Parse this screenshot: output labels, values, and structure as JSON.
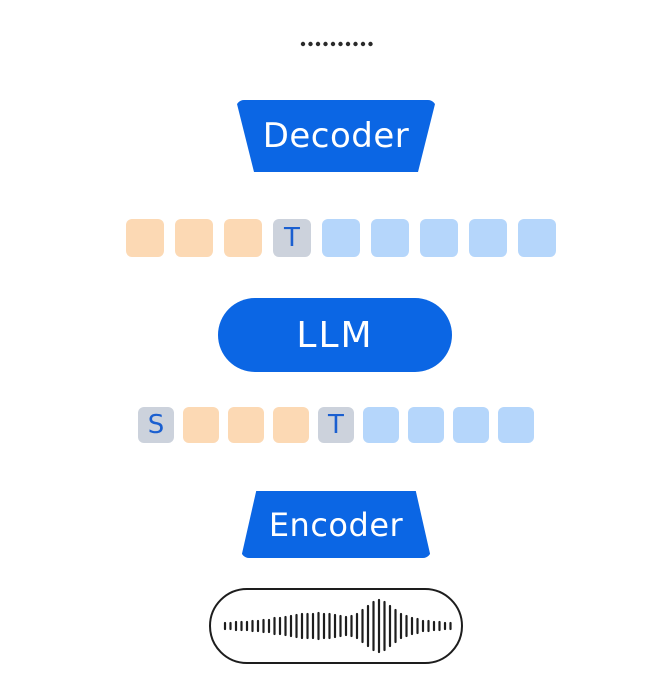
{
  "decoder": {
    "label": "Decoder"
  },
  "llm": {
    "label": "LLM"
  },
  "encoder": {
    "label": "Encoder"
  },
  "top_tokens": [
    {
      "kind": "orange",
      "text": ""
    },
    {
      "kind": "orange",
      "text": ""
    },
    {
      "kind": "orange",
      "text": ""
    },
    {
      "kind": "gray",
      "text": "T"
    },
    {
      "kind": "blue",
      "text": ""
    },
    {
      "kind": "blue",
      "text": ""
    },
    {
      "kind": "blue",
      "text": ""
    },
    {
      "kind": "blue",
      "text": ""
    },
    {
      "kind": "blue",
      "text": ""
    }
  ],
  "bottom_tokens": [
    {
      "kind": "gray",
      "text": "S"
    },
    {
      "kind": "orange",
      "text": ""
    },
    {
      "kind": "orange",
      "text": ""
    },
    {
      "kind": "orange",
      "text": ""
    },
    {
      "kind": "gray",
      "text": "T"
    },
    {
      "kind": "blue",
      "text": ""
    },
    {
      "kind": "blue",
      "text": ""
    },
    {
      "kind": "blue",
      "text": ""
    },
    {
      "kind": "blue",
      "text": ""
    }
  ],
  "colors": {
    "block_blue": "#0b66e4",
    "token_orange": "#fcd9b4",
    "token_blue": "#b5d6fb",
    "token_gray": "#ccd2dc",
    "token_text": "#1a5fd0"
  }
}
